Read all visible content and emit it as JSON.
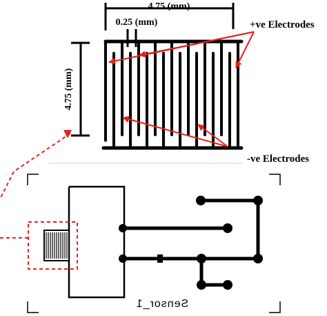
{
  "electrode_diagram": {
    "width_dimension": "4.75 (mm)",
    "gap_dimension": "0.25 (mm)",
    "height_dimension": "4.75 (mm)",
    "positive_label": "+ve Electrodes",
    "negative_label": "-ve Electrodes"
  },
  "sensor_layout": {
    "sensor_name": "Sensor_1"
  },
  "colors": {
    "ink": "#000000",
    "accent": "#e8201c",
    "divider": "#cccccc",
    "background": "#ffffff"
  }
}
